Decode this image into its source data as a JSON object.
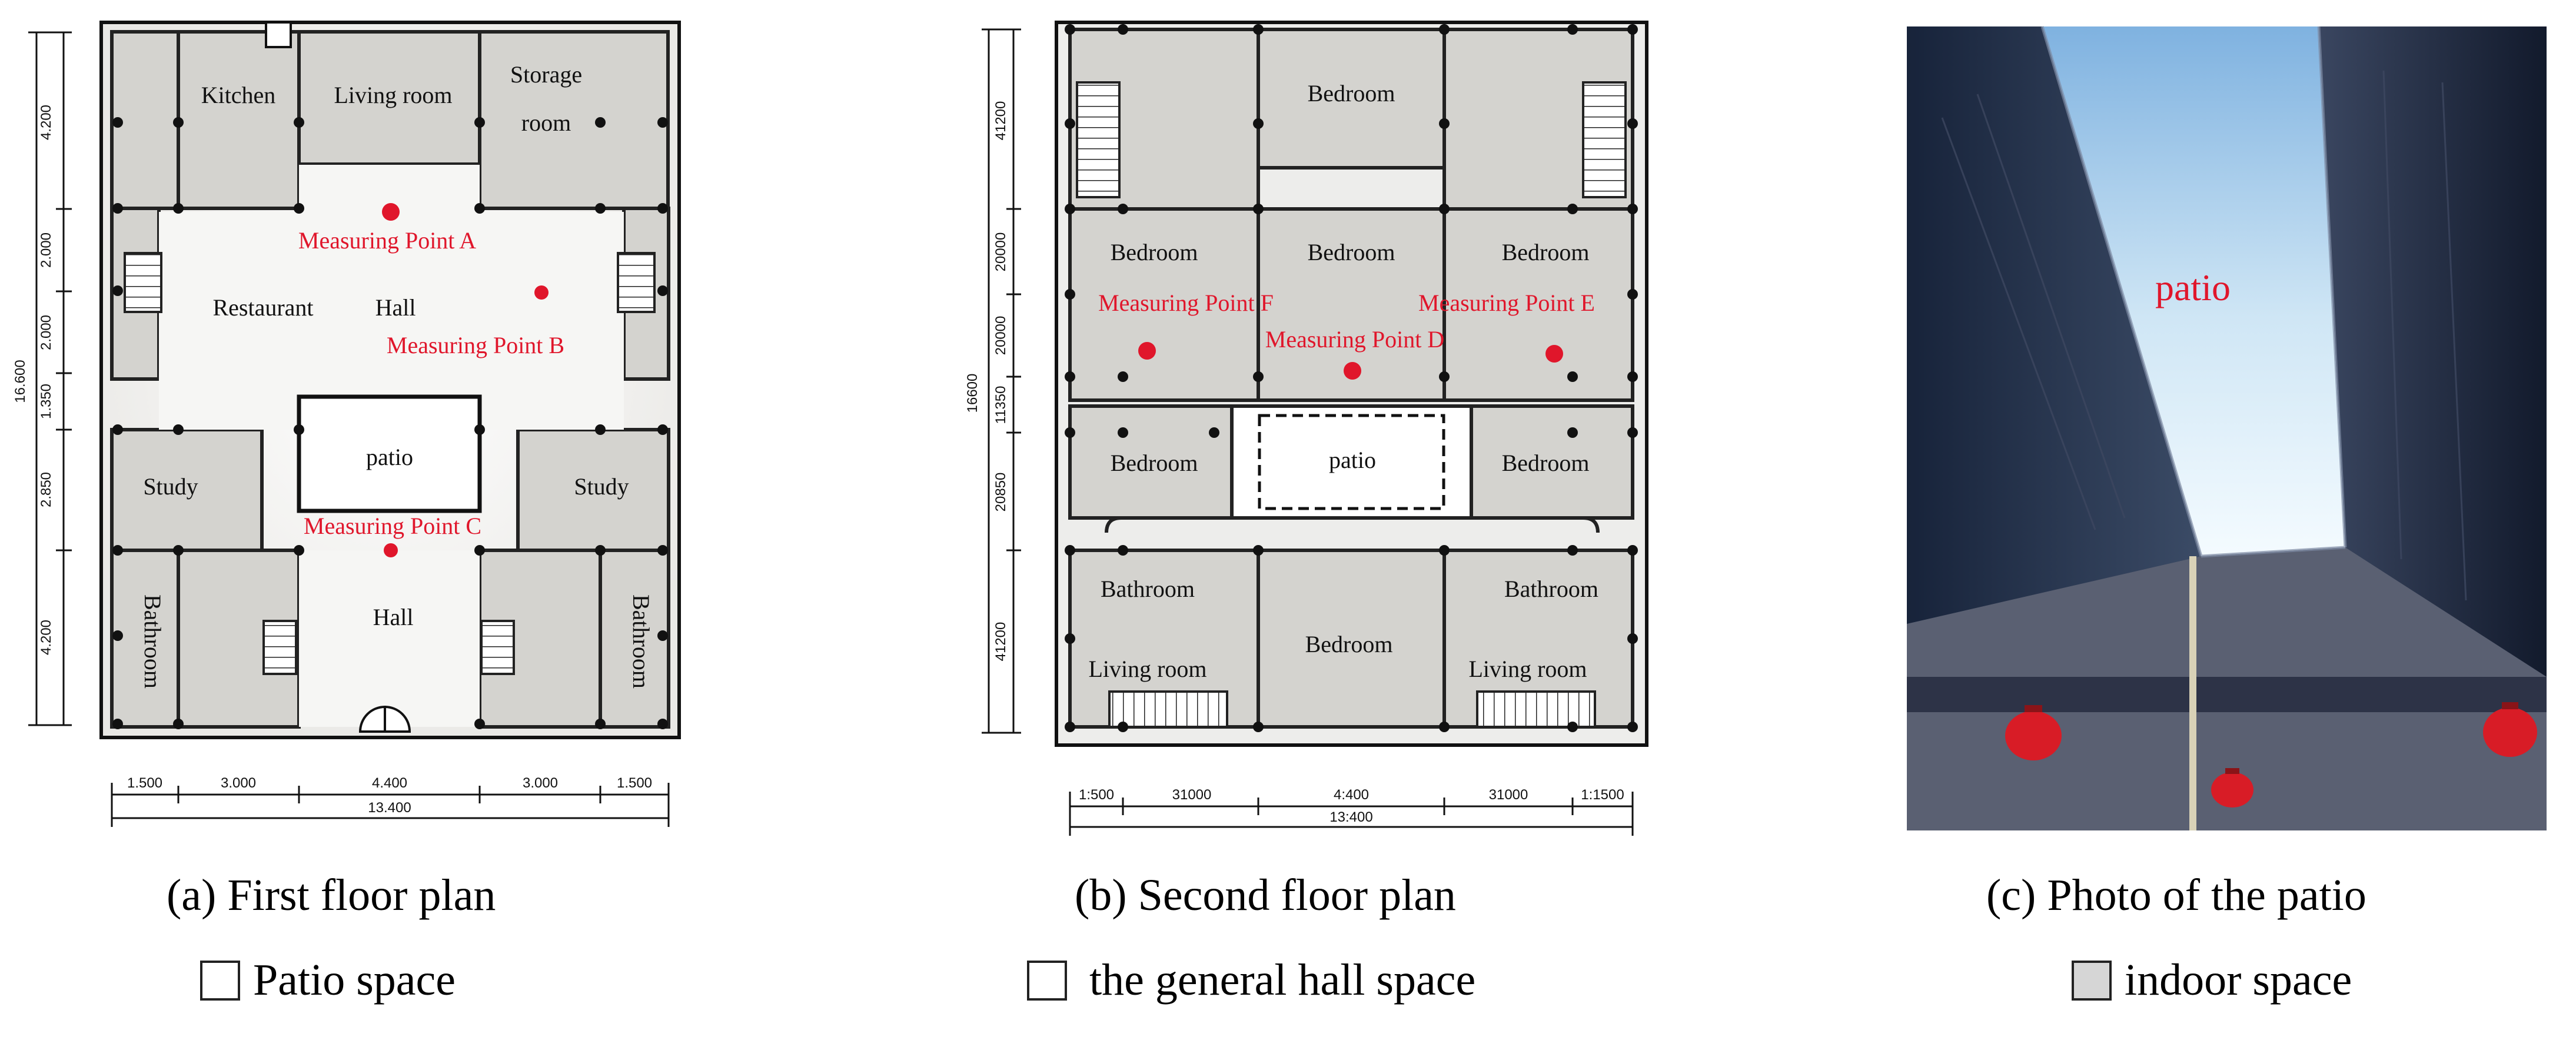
{
  "panels": {
    "first_floor": {
      "rooms": [
        "Kitchen",
        "Living room",
        "Storage",
        "room",
        "Restaurant",
        "Hall",
        "patio",
        "Study",
        "Study",
        "Hall",
        "Bathroom",
        "Bathroom"
      ],
      "measuring_points": [
        "Measuring Point A",
        "Measuring Point B",
        "Measuring Point C"
      ],
      "dims_vertical": [
        "4.200",
        "2.000",
        "2.000",
        "1.350",
        "2.850",
        "4.200"
      ],
      "dim_total_vertical": "16.600",
      "dims_horizontal": [
        "1.500",
        "3.000",
        "4.400",
        "3.000",
        "1.500"
      ],
      "dim_total_horizontal": "13.400",
      "caption": "(a) First floor plan"
    },
    "second_floor": {
      "rooms": [
        "Bedroom",
        "Bedroom",
        "Bedroom",
        "Bedroom",
        "Bedroom",
        "patio",
        "Bedroom",
        "Bathroom",
        "Bathroom",
        "Bedroom",
        "Living room",
        "Living room"
      ],
      "measuring_points": [
        "Measuring Point F",
        "Measuring Point D",
        "Measuring Point E"
      ],
      "dims_vertical": [
        "41200",
        "20000",
        "20000",
        "11350",
        "20850",
        "41200"
      ],
      "dim_total_vertical": "16600",
      "dims_horizontal": [
        "1:500",
        "31000",
        "4:400",
        "31000",
        "1:1500"
      ],
      "dim_total_horizontal": "13:400",
      "caption": "(b) Second floor plan"
    },
    "photo": {
      "label": "patio",
      "caption": "(c) Photo of the patio"
    }
  },
  "legend": [
    {
      "label": "Patio space",
      "fill": "#ffffff"
    },
    {
      "label": "the general hall space",
      "fill": "#ffffff"
    },
    {
      "label": "indoor space",
      "fill": "#d6d6d6"
    }
  ],
  "colors": {
    "indoor": "#d4d3cf",
    "hall": "#f4f4f2",
    "marker": "#e0162b"
  }
}
